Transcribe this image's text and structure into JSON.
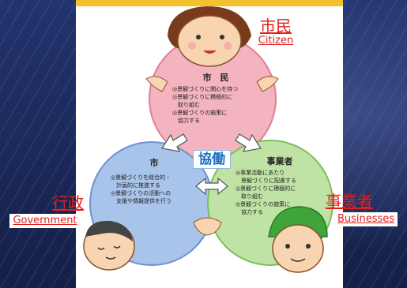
{
  "labels": {
    "citizen": {
      "jp": "市民",
      "en": "Citizen"
    },
    "government": {
      "jp": "行政",
      "en": "Government"
    },
    "businesses": {
      "jp": "事業者",
      "en": "Businesses"
    }
  },
  "center": {
    "text": "協働"
  },
  "circles": {
    "citizen": {
      "title": "市　民",
      "lines": [
        "◎景観づくりに関心を持つ",
        "◎景観づくりに積極的に",
        "　取り組む",
        "◎景観づくりの施策に",
        "　協力する"
      ],
      "color": "#f3b3bf"
    },
    "city": {
      "title": "市",
      "lines": [
        "◎景観づくりを総合的・",
        "　計画的に推進する",
        "◎景観づくりの活動への",
        "　支援や情報提供を行う"
      ],
      "color": "#a9c4ea"
    },
    "business": {
      "title": "事業者",
      "lines": [
        "◎事業活動にあたり",
        "　景観づくりに配慮する",
        "◎景観づくりに積極的に",
        "　取り組む",
        "◎景観づくりの施策に",
        "　協力する"
      ],
      "color": "#bfe3a4"
    }
  },
  "colors": {
    "accent_red": "#e0201e",
    "bar_yellow": "#f2c12e",
    "center_blue": "#1e6fc0"
  }
}
